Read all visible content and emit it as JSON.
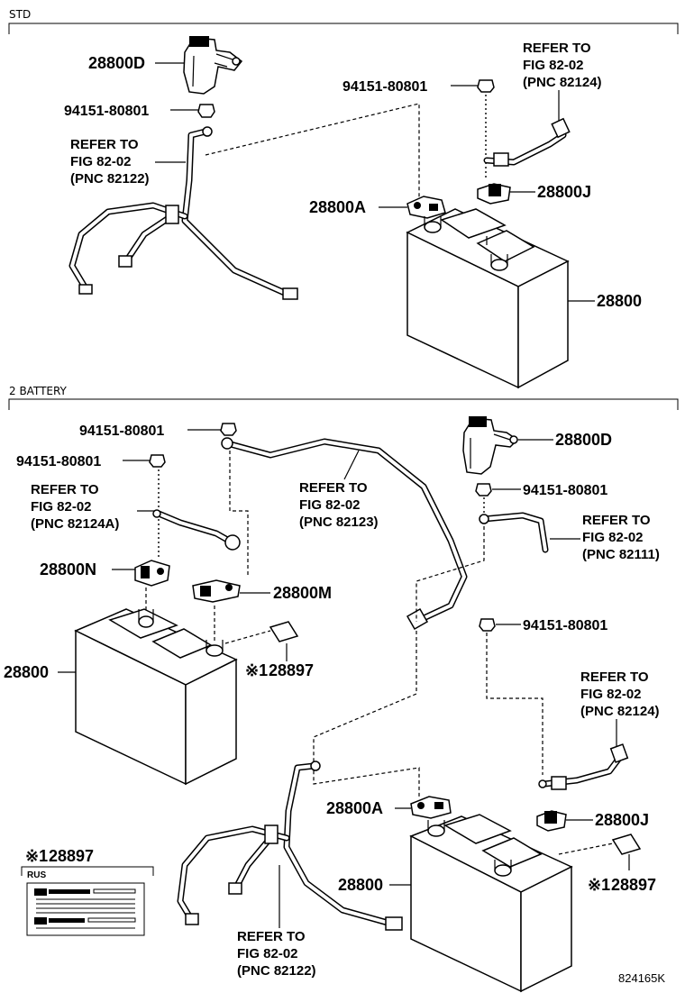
{
  "sections": {
    "std": "STD",
    "two_battery": "2 BATTERY"
  },
  "std": {
    "clamp_28800D": "28800D",
    "nut_left": "94151-80801",
    "nut_right": "94151-80801",
    "refer_left": {
      "line1": "REFER TO",
      "line2": "FIG 82-02",
      "line3": "(PNC 82122)"
    },
    "refer_right": {
      "line1": "REFER TO",
      "line2": "FIG 82-02",
      "line3": "(PNC 82124)"
    },
    "terminal_A": "28800A",
    "terminal_J": "28800J",
    "battery": "28800"
  },
  "two_battery": {
    "nut_top": "94151-80801",
    "nut_left": "94151-80801",
    "nut_right_1": "94151-80801",
    "nut_right_2": "94151-80801",
    "refer_124A": {
      "line1": "REFER TO",
      "line2": "FIG 82-02",
      "line3": "(PNC 82124A)"
    },
    "refer_123": {
      "line1": "REFER TO",
      "line2": "FIG 82-02",
      "line3": "(PNC 82123)"
    },
    "refer_111": {
      "line1": "REFER TO",
      "line2": "FIG 82-02",
      "line3": "(PNC 82111)"
    },
    "refer_124": {
      "line1": "REFER TO",
      "line2": "FIG 82-02",
      "line3": "(PNC 82124)"
    },
    "refer_122": {
      "line1": "REFER TO",
      "line2": "FIG 82-02",
      "line3": "(PNC 82122)"
    },
    "clamp_28800D": "28800D",
    "terminal_N": "28800N",
    "terminal_M": "28800M",
    "terminal_A": "28800A",
    "terminal_J": "28800J",
    "battery_left": "28800",
    "battery_right": "28800",
    "label_mark": "※1",
    "label_left": "28897",
    "label_right_mark": "※1",
    "label_right": "28897"
  },
  "legend": {
    "mark": "※1",
    "code": "28897",
    "region": "RUS"
  },
  "illustration_number": "824165K"
}
